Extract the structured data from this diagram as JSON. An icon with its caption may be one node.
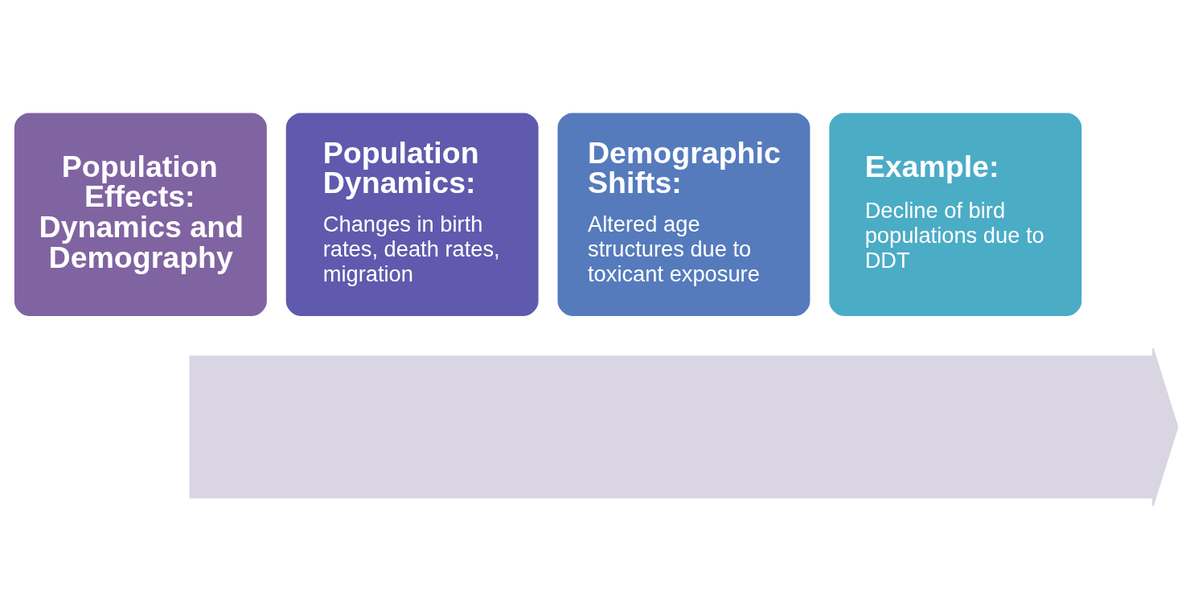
{
  "diagram": {
    "nodes": [
      {
        "text": [
          "Population Effects: Dynamics and Demography"
        ]
      },
      {
        "text": [
          "Population Dynamics:",
          "Changes in birth rates, death rates, migration"
        ]
      },
      {
        "text": [
          "Demographic Shifts:",
          "Altered age structures due to toxicant exposure"
        ]
      },
      {
        "text": [
          "Example:",
          "Decline of bird populations due to DDT"
        ]
      },
      {
        "text": [],
        "shape": "arrow"
      }
    ]
  }
}
